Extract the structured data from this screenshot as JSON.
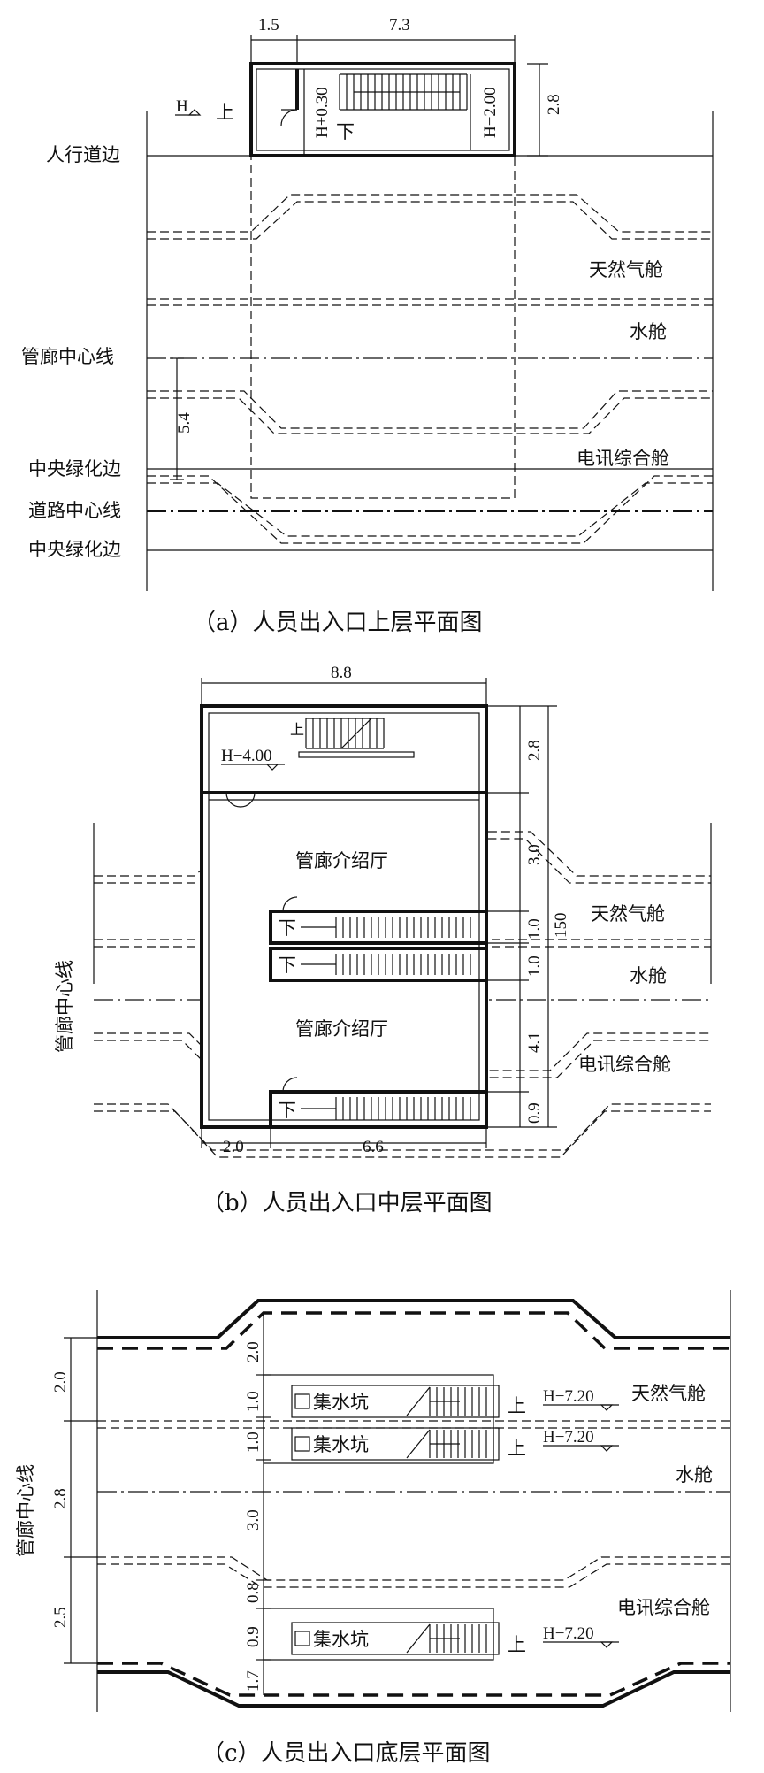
{
  "panel_a": {
    "dims": {
      "w_left": "1.5",
      "w_main": "7.3",
      "depth": "2.8",
      "offset": "5.4"
    },
    "elev": {
      "h": "H",
      "up": "上",
      "h_plus": "H+0.30",
      "down": "下",
      "h_minus": "H−2.00"
    },
    "labels": {
      "sidewalk": "人行道边",
      "gas": "天然气舱",
      "water": "水舱",
      "corridor_center": "管廊中心线",
      "telecom": "电讯综合舱",
      "green_edge_1": "中央绿化边",
      "road_center": "道路中心线",
      "green_edge_2": "中央绿化边"
    },
    "caption": "（a）人员出入口上层平面图"
  },
  "panel_b": {
    "dims": {
      "width": "8.8",
      "d1": "2.8",
      "d2": "3.0",
      "d3": "1.0",
      "d4": "1.0",
      "d5": "4.1",
      "d6": "0.9",
      "total": "150",
      "b1": "2.0",
      "b2": "6.6"
    },
    "elev": {
      "up": "上",
      "h": "H−4.00",
      "down1": "下",
      "down2": "下",
      "down3": "下"
    },
    "labels": {
      "hall_1": "管廊介绍厅",
      "hall_2": "管廊介绍厅",
      "gas": "天然气舱",
      "water": "水舱",
      "telecom": "电讯综合舱",
      "corridor_center": "管廊中心线"
    },
    "caption": "（b）人员出入口中层平面图"
  },
  "panel_c": {
    "dims": {
      "l1": "2.0",
      "l2": "2.8",
      "l3": "2.5",
      "r1": "2.0",
      "r2": "1.0",
      "r3": "1.0",
      "r4": "3.0",
      "r5": "0.8",
      "r6": "0.9",
      "r7": "1.7"
    },
    "labels": {
      "sump_1": "集水坑",
      "sump_2": "集水坑",
      "sump_3": "集水坑",
      "up_1": "上",
      "up_2": "上",
      "up_3": "上",
      "elev_1": "H−7.20",
      "elev_2": "H−7.20",
      "elev_3": "H−7.20",
      "gas": "天然气舱",
      "water": "水舱",
      "telecom": "电讯综合舱",
      "corridor_center": "管廊中心线"
    },
    "caption": "（c）人员出入口底层平面图"
  }
}
